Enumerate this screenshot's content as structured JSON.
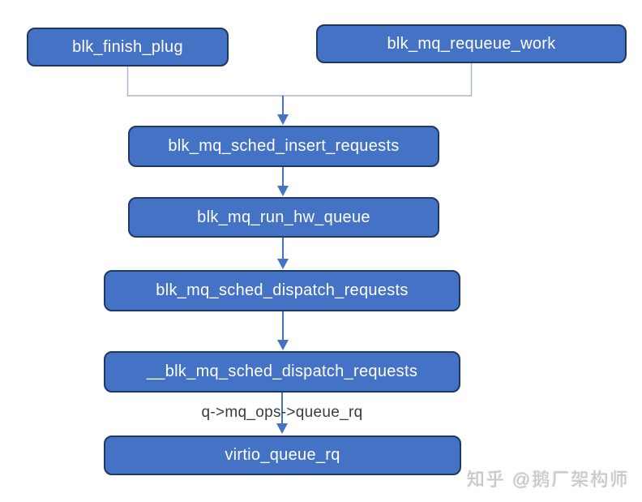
{
  "diagram": {
    "type": "flowchart",
    "nodes": [
      {
        "id": "blk_finish_plug",
        "label": "blk_finish_plug"
      },
      {
        "id": "blk_mq_requeue_work",
        "label": "blk_mq_requeue_work"
      },
      {
        "id": "blk_mq_sched_insert_requests",
        "label": "blk_mq_sched_insert_requests"
      },
      {
        "id": "blk_mq_run_hw_queue",
        "label": "blk_mq_run_hw_queue"
      },
      {
        "id": "blk_mq_sched_dispatch_requests",
        "label": "blk_mq_sched_dispatch_requests"
      },
      {
        "id": "__blk_mq_sched_dispatch_requests",
        "label": "__blk_mq_sched_dispatch_requests"
      },
      {
        "id": "virtio_queue_rq",
        "label": "virtio_queue_rq"
      }
    ],
    "edges": [
      {
        "from": "blk_finish_plug",
        "to": "blk_mq_sched_insert_requests",
        "label": ""
      },
      {
        "from": "blk_mq_requeue_work",
        "to": "blk_mq_sched_insert_requests",
        "label": ""
      },
      {
        "from": "blk_mq_sched_insert_requests",
        "to": "blk_mq_run_hw_queue",
        "label": ""
      },
      {
        "from": "blk_mq_run_hw_queue",
        "to": "blk_mq_sched_dispatch_requests",
        "label": ""
      },
      {
        "from": "blk_mq_sched_dispatch_requests",
        "to": "__blk_mq_sched_dispatch_requests",
        "label": ""
      },
      {
        "from": "__blk_mq_sched_dispatch_requests",
        "to": "virtio_queue_rq",
        "label": "q->mq_ops->queue_rq"
      }
    ],
    "edge_label": "q->mq_ops->queue_rq",
    "colors": {
      "node_fill": "#4472C4",
      "node_border": "#1F3864",
      "node_text": "#FFFFFF",
      "arrow": "#4472C4",
      "connector": "#A6B5D3",
      "label_text": "#3B3B3B",
      "watermark": "#C6C6C6"
    }
  },
  "watermark": {
    "text": "知乎 @鹅厂架构师"
  }
}
